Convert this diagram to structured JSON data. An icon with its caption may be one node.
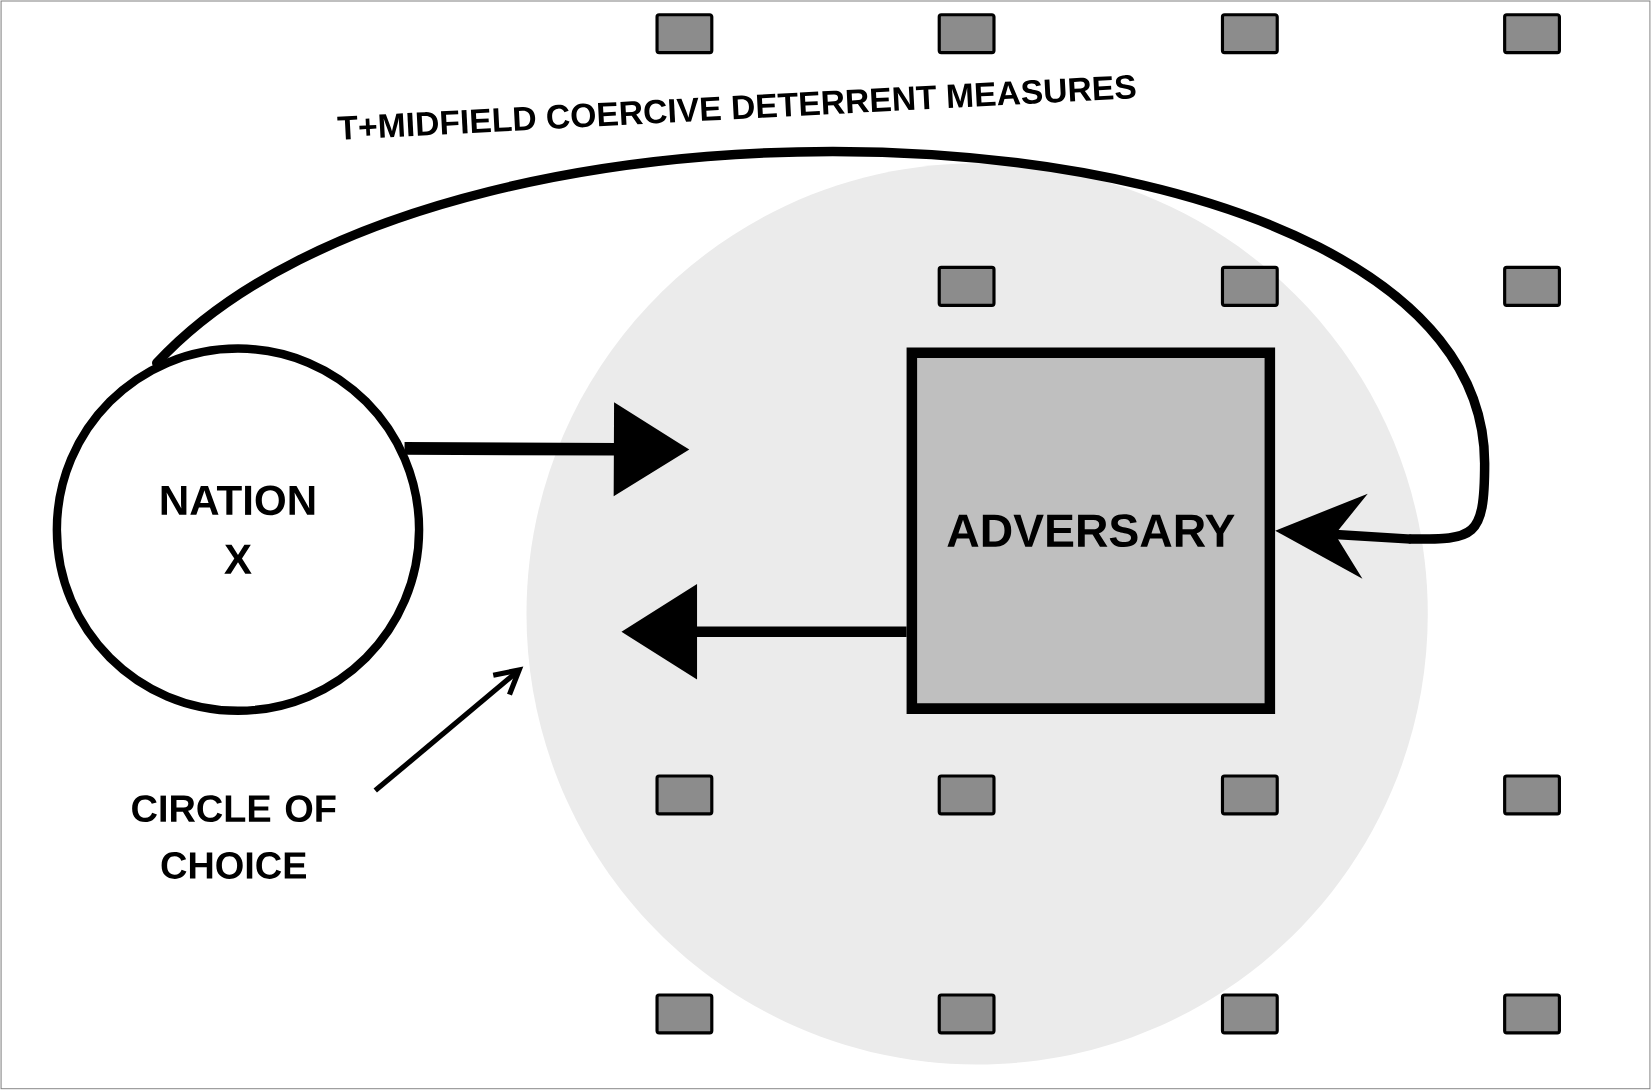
{
  "diagram": {
    "nodes": [
      {
        "text": [
          "NATION X"
        ]
      },
      {
        "text": [],
        "shape": "circle"
      },
      {
        "text": [
          "ADVERSARY"
        ],
        "in": 1
      },
      {
        "text": [
          "CIRCLE OF CHOICE"
        ]
      }
    ],
    "edges": [
      {
        "from": 0,
        "to": 2,
        "arrow": "to",
        "label": "T+MIDFIELD COERCIVE DETERRENT MEASURES"
      },
      {
        "from": 0,
        "to": null,
        "arrow": "to"
      },
      {
        "from": 2,
        "to": null,
        "arrow": "to"
      },
      {
        "from": 3,
        "to": 1,
        "arrow": "to"
      }
    ]
  }
}
